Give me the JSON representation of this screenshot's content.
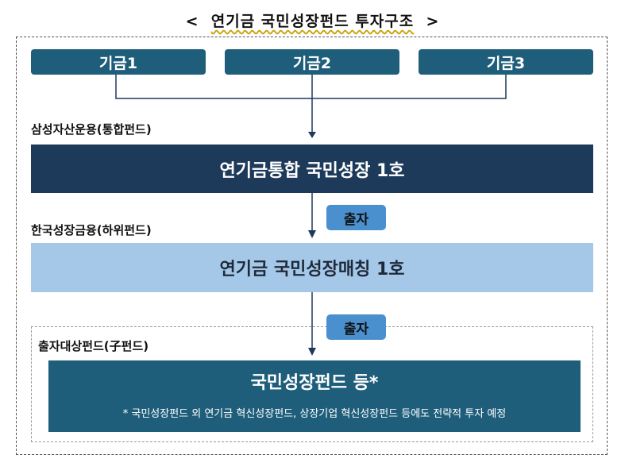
{
  "title": {
    "prefix": "<",
    "text": "연기금 국민성장펀드 투자구조",
    "suffix": ">"
  },
  "funds": [
    "기금1",
    "기금2",
    "기금3"
  ],
  "integrated_manager": "삼성자산운용(통합펀드)",
  "integrated_fund": "연기금통합 국민성장 1호",
  "investment_label": "출자",
  "sub_manager": "한국성장금융(하위펀드)",
  "matching_fund": "연기금 국민성장매칭 1호",
  "target_label": "출자대상펀드(子펀드)",
  "target_fund": "국민성장펀드 등*",
  "target_note": "* 국민성장펀드 외 연기금 혁신성장펀드, 상장기업 혁신성장펀드 등에도 전략적 투자 예정",
  "colors": {
    "fund_box": "#1f5e7b",
    "integrated_bar": "#1e3a5a",
    "matching_bar": "#a5c8e8",
    "badge": "#4a8fce"
  }
}
